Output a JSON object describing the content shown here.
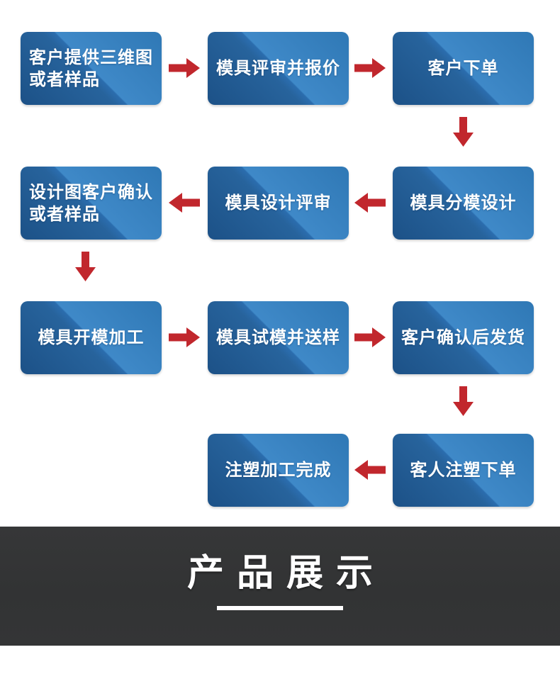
{
  "colors": {
    "page_bg": "#ffffff",
    "box_blue": "#2b6dae",
    "box_blue_light": "#3f89c8",
    "box_blue_dark": "#1c5187",
    "box_text": "#ffffff",
    "arrow_red": "#c1272d",
    "banner_bg": "#333436",
    "banner_text": "#ffffff"
  },
  "flow": {
    "boxes": [
      {
        "label": "客户提供三维图\n或者样品"
      },
      {
        "label": "模具评审并报价"
      },
      {
        "label": "客户下单"
      },
      {
        "label": "设计图客户确认\n或者样品"
      },
      {
        "label": "模具设计评审"
      },
      {
        "label": "模具分模设计"
      },
      {
        "label": "模具开模加工"
      },
      {
        "label": "模具试模并送样"
      },
      {
        "label": "客户确认后发货"
      },
      {
        "label": "注塑加工完成"
      },
      {
        "label": "客人注塑下单"
      }
    ],
    "arrows": [
      {
        "from": "客户提供三维图或者样品",
        "to": "模具评审并报价",
        "direction": "right"
      },
      {
        "from": "模具评审并报价",
        "to": "客户下单",
        "direction": "right"
      },
      {
        "from": "客户下单",
        "to": "模具分模设计",
        "direction": "down"
      },
      {
        "from": "模具分模设计",
        "to": "模具设计评审",
        "direction": "left"
      },
      {
        "from": "模具设计评审",
        "to": "设计图客户确认或者样品",
        "direction": "left"
      },
      {
        "from": "设计图客户确认或者样品",
        "to": "模具开模加工",
        "direction": "down"
      },
      {
        "from": "模具开模加工",
        "to": "模具试模并送样",
        "direction": "right"
      },
      {
        "from": "模具试模并送样",
        "to": "客户确认后发货",
        "direction": "right"
      },
      {
        "from": "客户确认后发货",
        "to": "客人注塑下单",
        "direction": "down"
      },
      {
        "from": "客人注塑下单",
        "to": "注塑加工完成",
        "direction": "left"
      }
    ]
  },
  "banner": {
    "title": "产品展示"
  }
}
